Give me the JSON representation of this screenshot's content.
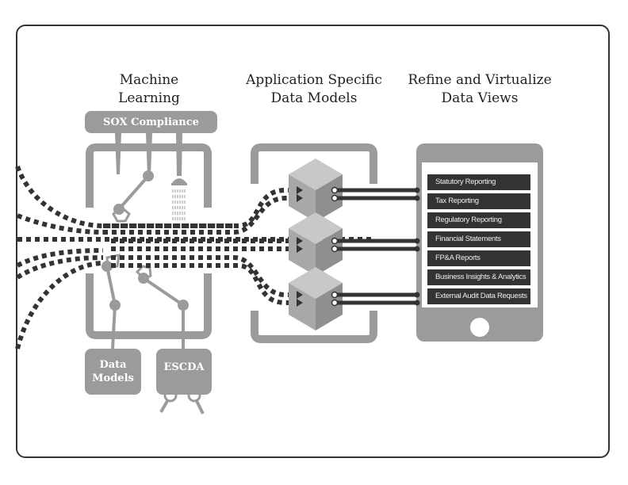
{
  "headings": {
    "machine_learning": "Machine\nLearning",
    "app_models": "Application Specific\nData Models",
    "data_views": "Refine and Virtualize\nData Views"
  },
  "tags": {
    "sox": "SOX Compliance",
    "data_models": "Data\nModels",
    "escda": "ESCDA"
  },
  "reports": [
    "Statutory Reporting",
    "Tax Reporting",
    "Regulatory Reporting",
    "Financial Statements",
    "FP&A Reports",
    "Business Insights & Analytics",
    "External Audit Data Requests"
  ],
  "icons": {
    "robot_arms": "robotic-arm-icon",
    "shower_head": "shower-head-icon",
    "cubes": "data-cube-icon",
    "device": "tablet-device-icon",
    "magnifiers": "magnifier-icon"
  },
  "colors": {
    "frame": "#333333",
    "gray": "#9b9b9b",
    "dark": "#333333",
    "cube_light": "#c8c8c8",
    "cube_mid": "#a8a8a8",
    "cube_dark": "#8f8f8f"
  }
}
